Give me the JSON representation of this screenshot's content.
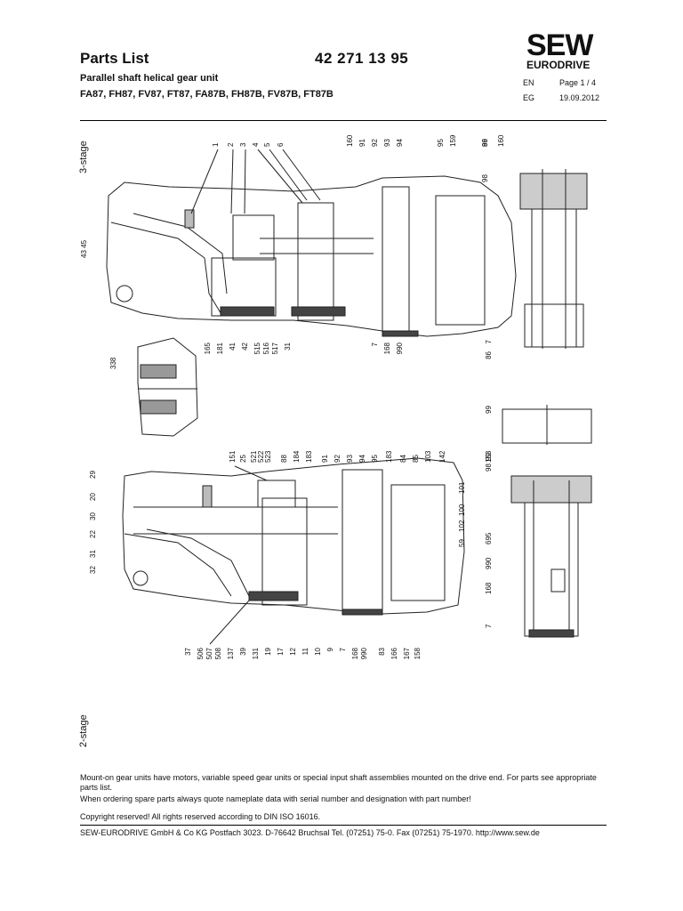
{
  "header": {
    "title": "Parts List",
    "doc_number": "42 271 13 95",
    "subtitle": "Parallel shaft helical gear unit",
    "models": "FA87, FH87, FV87, FT87, FA87B, FH87B, FV87B, FT87B",
    "lang": "EN",
    "page": "Page 1 / 4",
    "eg_code": "EG",
    "date": "19.09.2012"
  },
  "logo": {
    "line1": "SEW",
    "line2": "EURODRIVE"
  },
  "stages": {
    "top": "3-stage",
    "bottom": "2-stage"
  },
  "callouts": {
    "top_upper": [
      "1",
      "2",
      "3",
      "4",
      "5",
      "6",
      "160",
      "91",
      "92",
      "93",
      "94",
      "95",
      "159",
      "160",
      "99",
      "86",
      "98"
    ],
    "top_left": [
      "43",
      "45"
    ],
    "top_lower": [
      "165",
      "181",
      "41",
      "42",
      "515",
      "516",
      "517",
      "31",
      "7",
      "168",
      "990",
      "86",
      "7"
    ],
    "detail": [
      "338"
    ],
    "bottom_upper": [
      "151",
      "25",
      "521",
      "522",
      "523",
      "88",
      "184",
      "183",
      "91",
      "92",
      "93",
      "94",
      "95",
      "183",
      "84",
      "85",
      "103",
      "142",
      "153",
      "99",
      "98",
      "99"
    ],
    "bottom_left": [
      "29",
      "20",
      "30",
      "22",
      "31",
      "32"
    ],
    "bottom_right": [
      "101",
      "100",
      "102",
      "59",
      "695",
      "990",
      "168",
      "7"
    ],
    "bottom_lower": [
      "37",
      "506",
      "507",
      "508",
      "137",
      "39",
      "131",
      "19",
      "17",
      "12",
      "11",
      "10",
      "9",
      "7",
      "168",
      "990",
      "83",
      "166",
      "167",
      "158"
    ]
  },
  "footer": {
    "note1": "Mount-on gear units have motors, variable speed gear units or special input shaft assemblies mounted on the drive end. For parts see appropriate parts list.",
    "note2": "When ordering spare parts always quote nameplate data with serial number and designation with part number!",
    "copyright": "Copyright reserved! All rights reserved according to DIN ISO 16016.",
    "address": "SEW-EURODRIVE GmbH & Co KG Postfach 3023. D-76642 Bruchsal Tel. (07251) 75-0. Fax (07251) 75-1970. http://www.sew.de"
  }
}
